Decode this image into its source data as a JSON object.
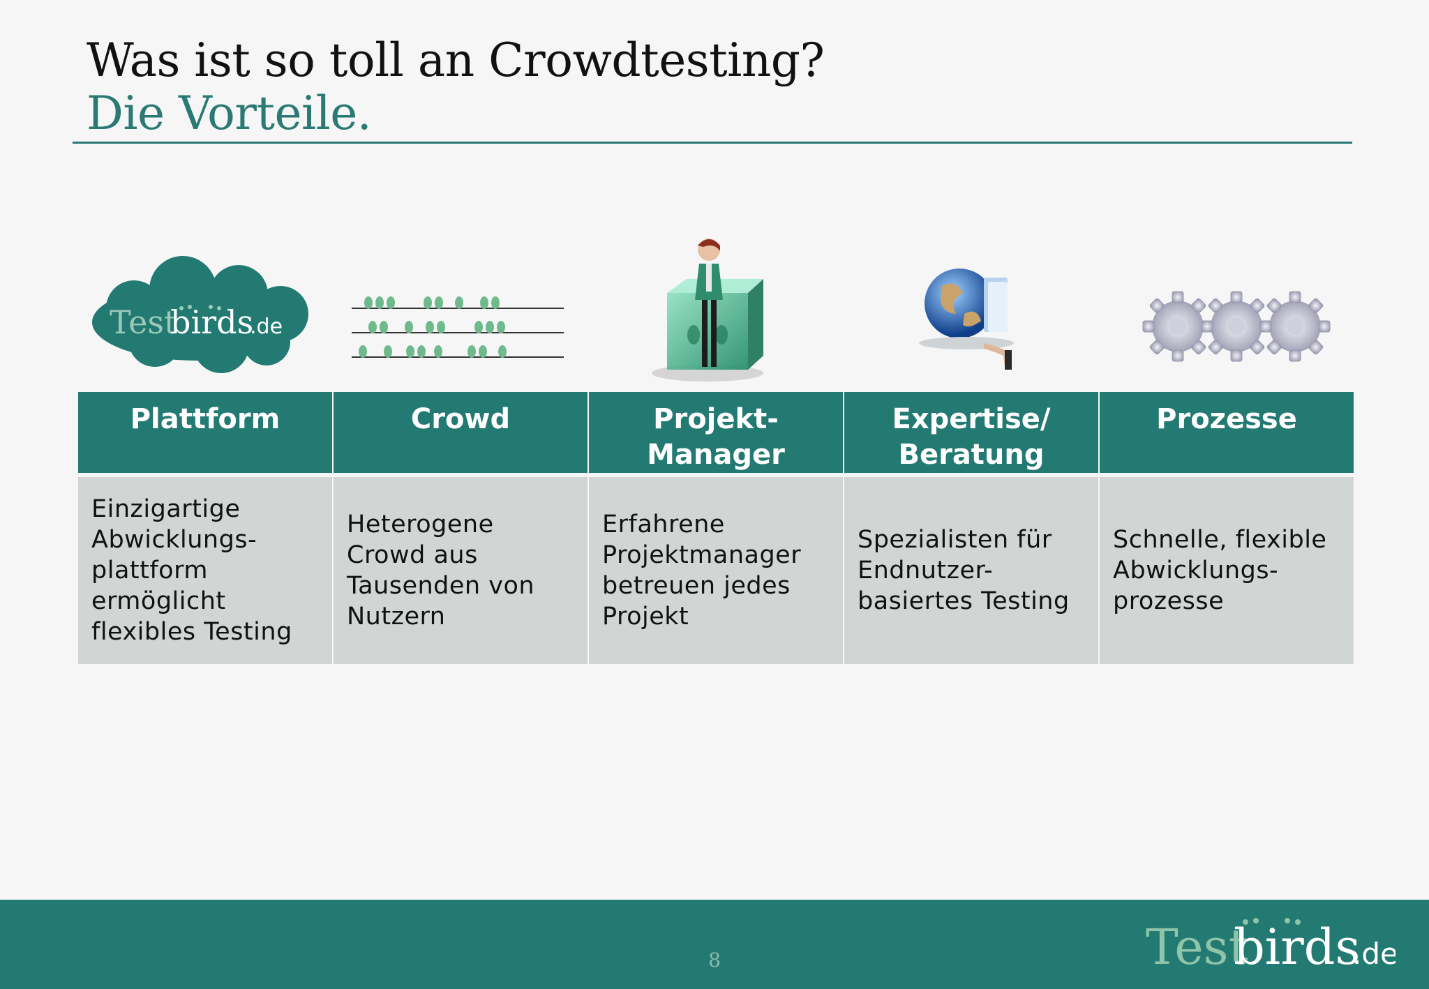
{
  "slide": {
    "title": "Was ist so toll an Crowdtesting?",
    "subtitle": "Die Vorteile.",
    "page_number": "8"
  },
  "logo": {
    "text_test": "Test",
    "text_birds": "birds",
    "text_tld": ".de"
  },
  "colors": {
    "accent": "#237a72",
    "cell_bg": "#d1d6d4",
    "title": "#111111",
    "subtitle": "#2a7a73"
  },
  "columns": [
    {
      "heading": "Plattform",
      "icon": "testbirds-cloud-logo-icon",
      "text": "Einzigartige\nAbwicklungs-\nplattform\nermöglicht\nflexibles Testing"
    },
    {
      "heading": "Crowd",
      "icon": "birds-on-wires-icon",
      "text": "Heterogene\nCrowd aus\nTausenden von\nNutzern"
    },
    {
      "heading": "Projekt-\nManager",
      "icon": "project-manager-figure-icon",
      "text": "Erfahrene\nProjektmanager\nbetreuen jedes\nProjekt"
    },
    {
      "heading": "Expertise/\nBeratung",
      "icon": "globe-folder-hand-icon",
      "text": "Spezialisten für\nEndnutzer-\nbasiertes Testing"
    },
    {
      "heading": "Prozesse",
      "icon": "gears-icon",
      "text": "Schnelle, flexible\nAbwicklungs-\nprozesse"
    }
  ]
}
